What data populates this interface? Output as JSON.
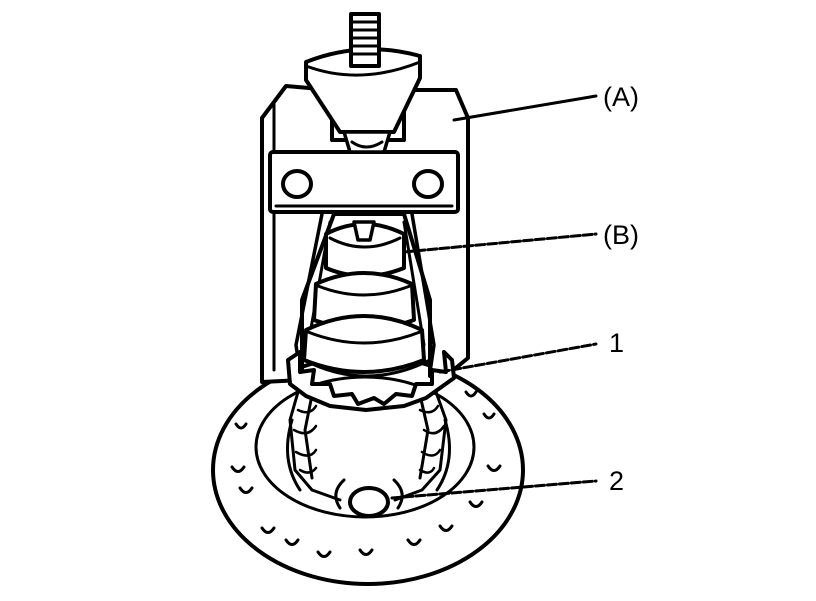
{
  "labels": {
    "tool_a": "(A)",
    "tool_b": "(B)",
    "part_1": "1",
    "part_2": "2"
  },
  "colors": {
    "line": "#000000",
    "background": "#ffffff"
  }
}
